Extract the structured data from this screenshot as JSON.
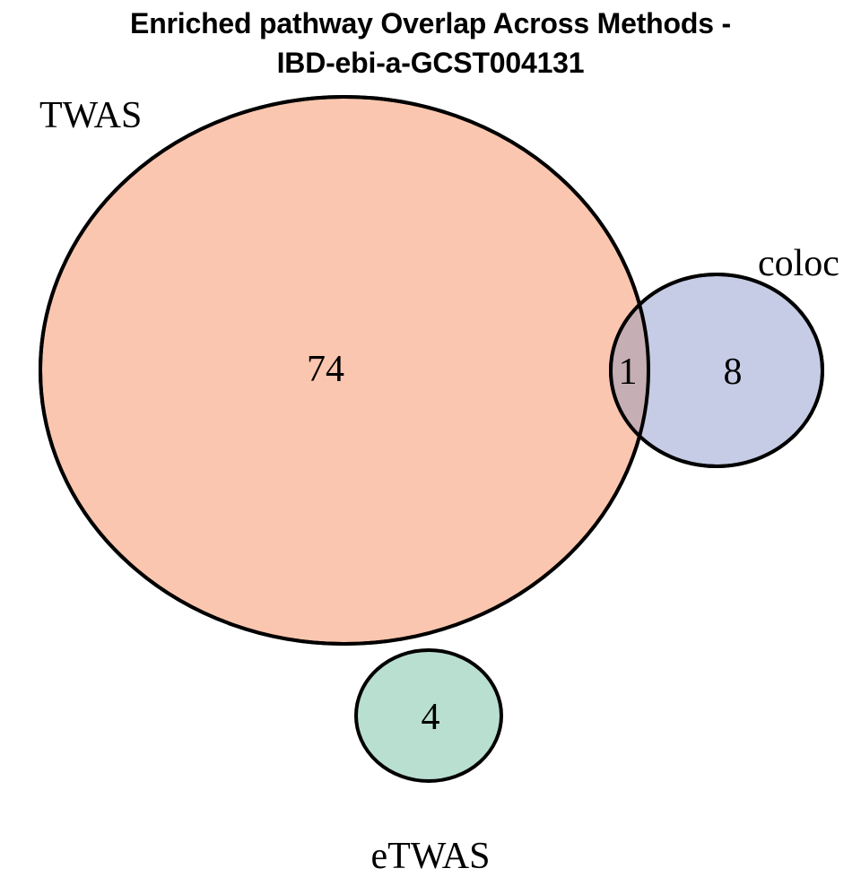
{
  "figure": {
    "title": "Enriched pathway Overlap Across Methods -\nIBD-ebi-a-GCST004131",
    "title_line1": "Enriched pathway Overlap Across Methods -",
    "title_line2": "IBD-ebi-a-GCST004131",
    "background_color": "#FFFFFF",
    "outline_color": "#000000"
  },
  "chart_data": {
    "type": "venn",
    "title": "Enriched pathway Overlap Across Methods - IBD-ebi-a-GCST004131",
    "sets": [
      {
        "name": "TWAS",
        "label": "TWAS",
        "fill": "#FBC6AF",
        "total": 75
      },
      {
        "name": "coloc",
        "label": "coloc",
        "fill": "#C6CCE5",
        "total": 9
      },
      {
        "name": "eTWAS",
        "label": "eTWAS",
        "fill": "#B9DFD0",
        "total": 4
      }
    ],
    "regions": [
      {
        "id": "TWAS-only",
        "sets": [
          "TWAS"
        ],
        "value": 74,
        "fill": "#FBC6AF"
      },
      {
        "id": "TWAS-coloc",
        "sets": [
          "TWAS",
          "coloc"
        ],
        "value": 1,
        "fill": "#C6AEB5"
      },
      {
        "id": "coloc-only",
        "sets": [
          "coloc"
        ],
        "value": 8,
        "fill": "#C6CCE5"
      },
      {
        "id": "eTWAS-only",
        "sets": [
          "eTWAS"
        ],
        "value": 4,
        "fill": "#B9DFD0"
      }
    ],
    "labels": {
      "twas": "TWAS",
      "coloc": "coloc",
      "etwas": "eTWAS"
    },
    "counts": {
      "twas_only": "74",
      "intersection_twas_coloc": "1",
      "coloc_only": "8",
      "etwas_only": "4"
    },
    "legend": "none",
    "grid": false
  }
}
